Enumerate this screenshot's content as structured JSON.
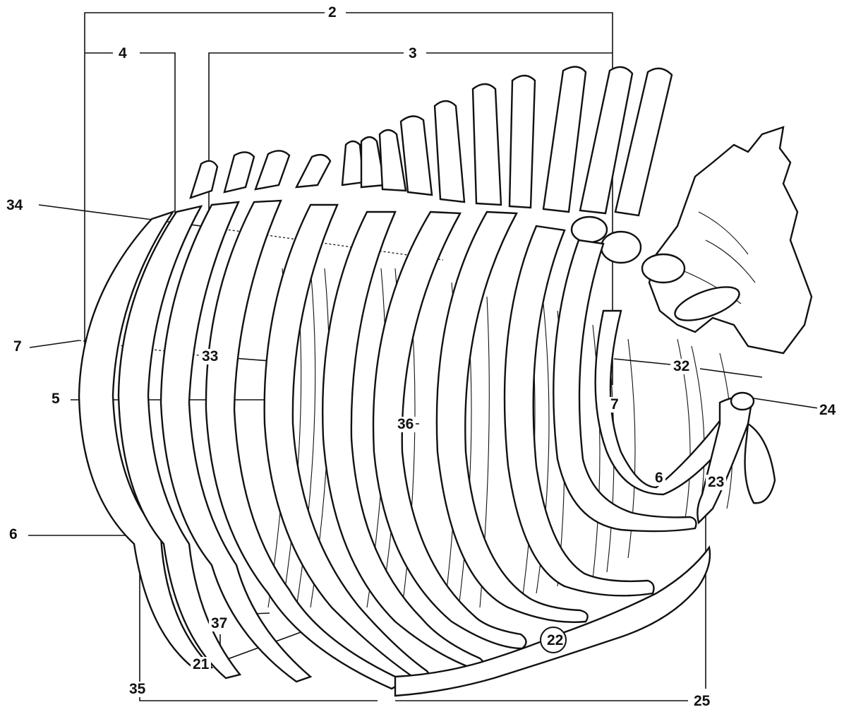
{
  "figure": {
    "labels": {
      "l2": "2",
      "l3": "3",
      "l4": "4",
      "l34": "34",
      "l7a": "7",
      "l33": "33",
      "l5": "5",
      "l36": "36",
      "l32": "32",
      "l7b": "7",
      "l24": "24",
      "l6a": "6",
      "l6b": "6",
      "l23": "23",
      "l37": "37",
      "l22": "22",
      "l35": "35",
      "l21": "21",
      "l25": "25"
    }
  }
}
